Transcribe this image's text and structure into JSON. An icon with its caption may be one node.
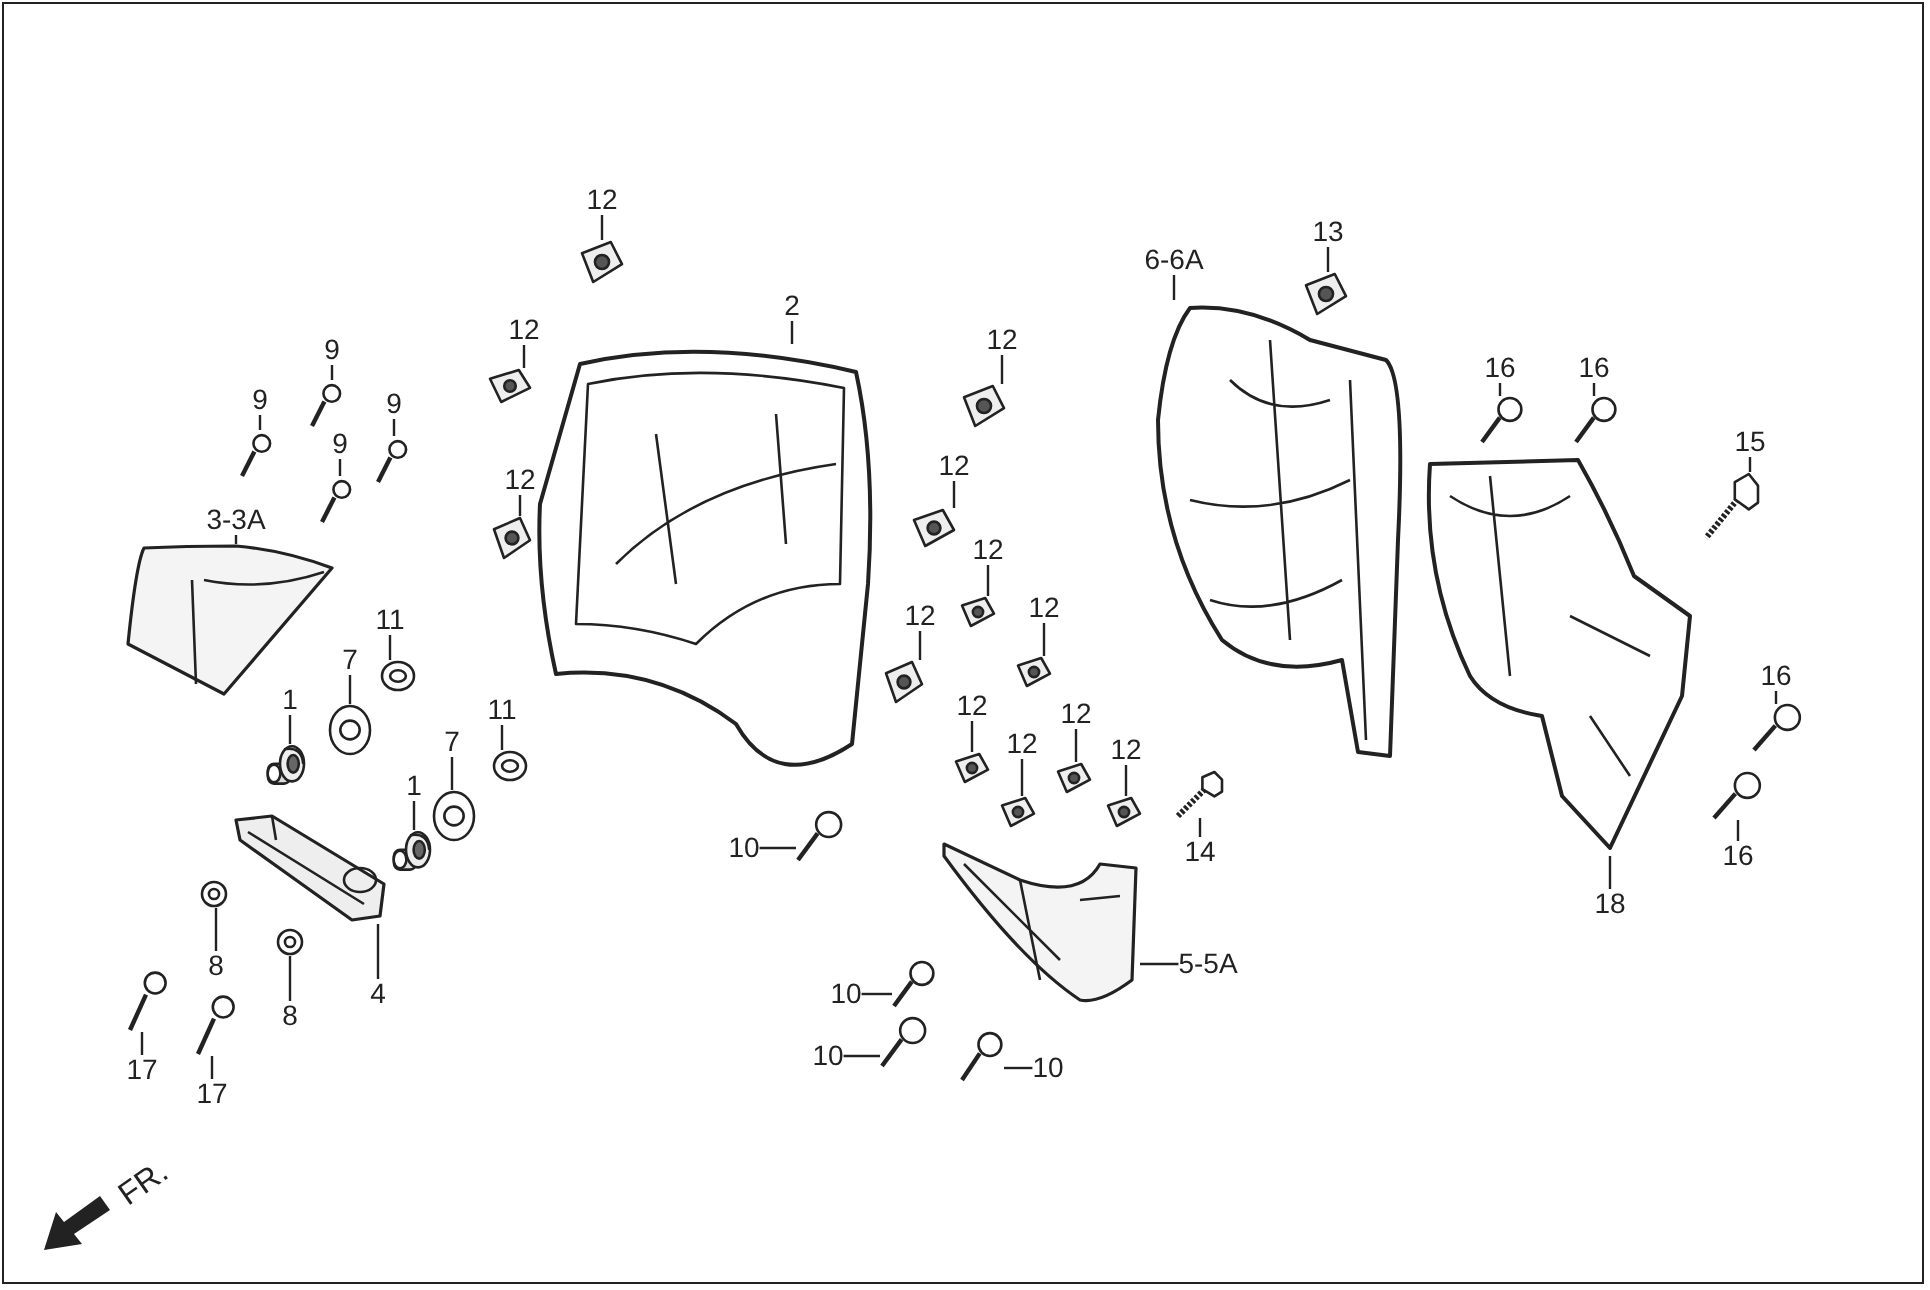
{
  "diagram": {
    "nodes": [
      {
        "text": [
          "12"
        ]
      },
      {
        "text": [],
        "shape": "picture"
      },
      {
        "text": [
          "12"
        ]
      },
      {
        "text": [],
        "shape": "picture"
      },
      {
        "text": [
          "2"
        ]
      },
      {
        "text": [],
        "shape": "picture"
      },
      {
        "text": [
          "12"
        ]
      },
      {
        "text": [],
        "shape": "picture"
      },
      {
        "text": [
          "9"
        ]
      },
      {
        "text": [],
        "shape": "picture"
      },
      {
        "text": [
          "9"
        ]
      },
      {
        "text": [],
        "shape": "picture"
      },
      {
        "text": [
          "9"
        ]
      },
      {
        "text": [],
        "shape": "picture"
      },
      {
        "text": [
          "9"
        ]
      },
      {
        "text": [],
        "shape": "picture"
      },
      {
        "text": [
          "3-3A"
        ]
      },
      {
        "text": [],
        "shape": "picture"
      },
      {
        "text": [
          "11"
        ]
      },
      {
        "text": [],
        "shape": "picture"
      },
      {
        "text": [
          "7"
        ]
      },
      {
        "text": [],
        "shape": "picture"
      },
      {
        "text": [
          "1"
        ]
      },
      {
        "text": [],
        "shape": "picture"
      },
      {
        "text": [
          "11"
        ]
      },
      {
        "text": [],
        "shape": "picture"
      },
      {
        "text": [
          "7"
        ]
      },
      {
        "text": [],
        "shape": "picture"
      },
      {
        "text": [
          "1"
        ]
      },
      {
        "text": [],
        "shape": "picture"
      },
      {
        "text": [
          "8"
        ]
      },
      {
        "text": [],
        "shape": "picture"
      },
      {
        "text": [
          "4"
        ]
      },
      {
        "text": [],
        "shape": "picture"
      },
      {
        "text": [
          "8"
        ]
      },
      {
        "text": [],
        "shape": "picture"
      },
      {
        "text": [
          "17"
        ]
      },
      {
        "text": [],
        "shape": "picture"
      },
      {
        "text": [
          "17"
        ]
      },
      {
        "text": [],
        "shape": "picture"
      },
      {
        "text": [
          "12"
        ]
      },
      {
        "text": [],
        "shape": "picture"
      },
      {
        "text": [
          "12"
        ]
      },
      {
        "text": [],
        "shape": "picture"
      },
      {
        "text": [
          "12"
        ]
      },
      {
        "text": [],
        "shape": "picture"
      },
      {
        "text": [
          "12"
        ]
      },
      {
        "text": [],
        "shape": "picture"
      },
      {
        "text": [
          "12"
        ]
      },
      {
        "text": [],
        "shape": "picture"
      },
      {
        "text": [
          "12"
        ]
      },
      {
        "text": [],
        "shape": "picture"
      },
      {
        "text": [
          "12"
        ]
      },
      {
        "text": [],
        "shape": "picture"
      },
      {
        "text": [
          "12"
        ]
      },
      {
        "text": [],
        "shape": "picture"
      },
      {
        "text": [
          "12"
        ]
      },
      {
        "text": [],
        "shape": "picture"
      },
      {
        "text": [
          "10"
        ]
      },
      {
        "text": [],
        "shape": "picture"
      },
      {
        "text": [
          "10"
        ]
      },
      {
        "text": [],
        "shape": "picture"
      },
      {
        "text": [
          "10"
        ]
      },
      {
        "text": [],
        "shape": "picture"
      },
      {
        "text": [
          "10"
        ]
      },
      {
        "text": [],
        "shape": "picture"
      },
      {
        "text": [
          "5-5A"
        ]
      },
      {
        "text": [],
        "shape": "picture"
      },
      {
        "text": [
          "14"
        ]
      },
      {
        "text": [],
        "shape": "picture"
      },
      {
        "text": [
          "6-6A"
        ]
      },
      {
        "text": [],
        "shape": "picture"
      },
      {
        "text": [
          "13"
        ]
      },
      {
        "text": [],
        "shape": "picture"
      },
      {
        "text": [
          "16"
        ]
      },
      {
        "text": [],
        "shape": "picture"
      },
      {
        "text": [
          "16"
        ]
      },
      {
        "text": [],
        "shape": "picture"
      },
      {
        "text": [
          "15"
        ]
      },
      {
        "text": [],
        "shape": "picture"
      },
      {
        "text": [
          "16"
        ]
      },
      {
        "text": [],
        "shape": "picture"
      },
      {
        "text": [
          "16"
        ]
      },
      {
        "text": [],
        "shape": "picture"
      },
      {
        "text": [
          "18"
        ]
      },
      {
        "text": [],
        "shape": "picture"
      }
    ],
    "edges": [
      {
        "from": 0,
        "to": 1,
        "arrow": "none"
      },
      {
        "from": 2,
        "to": 3,
        "arrow": "none"
      },
      {
        "from": 4,
        "to": 5,
        "arrow": "none"
      },
      {
        "from": 6,
        "to": 7,
        "arrow": "none"
      },
      {
        "from": 8,
        "to": 9,
        "arrow": "none"
      },
      {
        "from": 10,
        "to": 11,
        "arrow": "none"
      },
      {
        "from": 12,
        "to": 13,
        "arrow": "none"
      },
      {
        "from": 14,
        "to": 15,
        "arrow": "none"
      },
      {
        "from": 16,
        "to": 17,
        "arrow": "none"
      },
      {
        "from": 18,
        "to": 19,
        "arrow": "none"
      },
      {
        "from": 20,
        "to": 21,
        "arrow": "none"
      },
      {
        "from": 22,
        "to": 23,
        "arrow": "none"
      },
      {
        "from": 24,
        "to": 25,
        "arrow": "none"
      },
      {
        "from": 26,
        "to": 27,
        "arrow": "none"
      },
      {
        "from": 28,
        "to": 29,
        "arrow": "none"
      },
      {
        "from": 30,
        "to": 31,
        "arrow": "none"
      },
      {
        "from": 32,
        "to": 33,
        "arrow": "none"
      },
      {
        "from": 34,
        "to": 35,
        "arrow": "none"
      },
      {
        "from": 36,
        "to": 37,
        "arrow": "none"
      },
      {
        "from": 38,
        "to": 39,
        "arrow": "none"
      },
      {
        "from": 40,
        "to": 41,
        "arrow": "none"
      },
      {
        "from": 42,
        "to": 43,
        "arrow": "none"
      },
      {
        "from": 44,
        "to": 45,
        "arrow": "none"
      },
      {
        "from": 46,
        "to": 47,
        "arrow": "none"
      },
      {
        "from": 48,
        "to": 49,
        "arrow": "none"
      },
      {
        "from": 50,
        "to": 51,
        "arrow": "none"
      },
      {
        "from": 52,
        "to": 53,
        "arrow": "none"
      },
      {
        "from": 54,
        "to": 55,
        "arrow": "none"
      },
      {
        "from": 56,
        "to": 57,
        "arrow": "none"
      },
      {
        "from": 58,
        "to": 59,
        "arrow": "none"
      },
      {
        "from": 60,
        "to": 61,
        "arrow": "none"
      },
      {
        "from": 62,
        "to": 63,
        "arrow": "none"
      },
      {
        "from": 64,
        "to": 65,
        "arrow": "none"
      },
      {
        "from": 66,
        "to": 67,
        "arrow": "none"
      },
      {
        "from": 68,
        "to": 69,
        "arrow": "none"
      },
      {
        "from": 70,
        "to": 71,
        "arrow": "none"
      },
      {
        "from": 72,
        "to": 73,
        "arrow": "none"
      },
      {
        "from": 74,
        "to": 75,
        "arrow": "none"
      },
      {
        "from": 76,
        "to": 77,
        "arrow": "none"
      },
      {
        "from": 78,
        "to": 79,
        "arrow": "none"
      },
      {
        "from": 80,
        "to": 81,
        "arrow": "none"
      },
      {
        "from": 82,
        "to": 83,
        "arrow": "none"
      },
      {
        "from": 84,
        "to": 85,
        "arrow": "none"
      }
    ],
    "labels": [
      "FR."
    ]
  }
}
